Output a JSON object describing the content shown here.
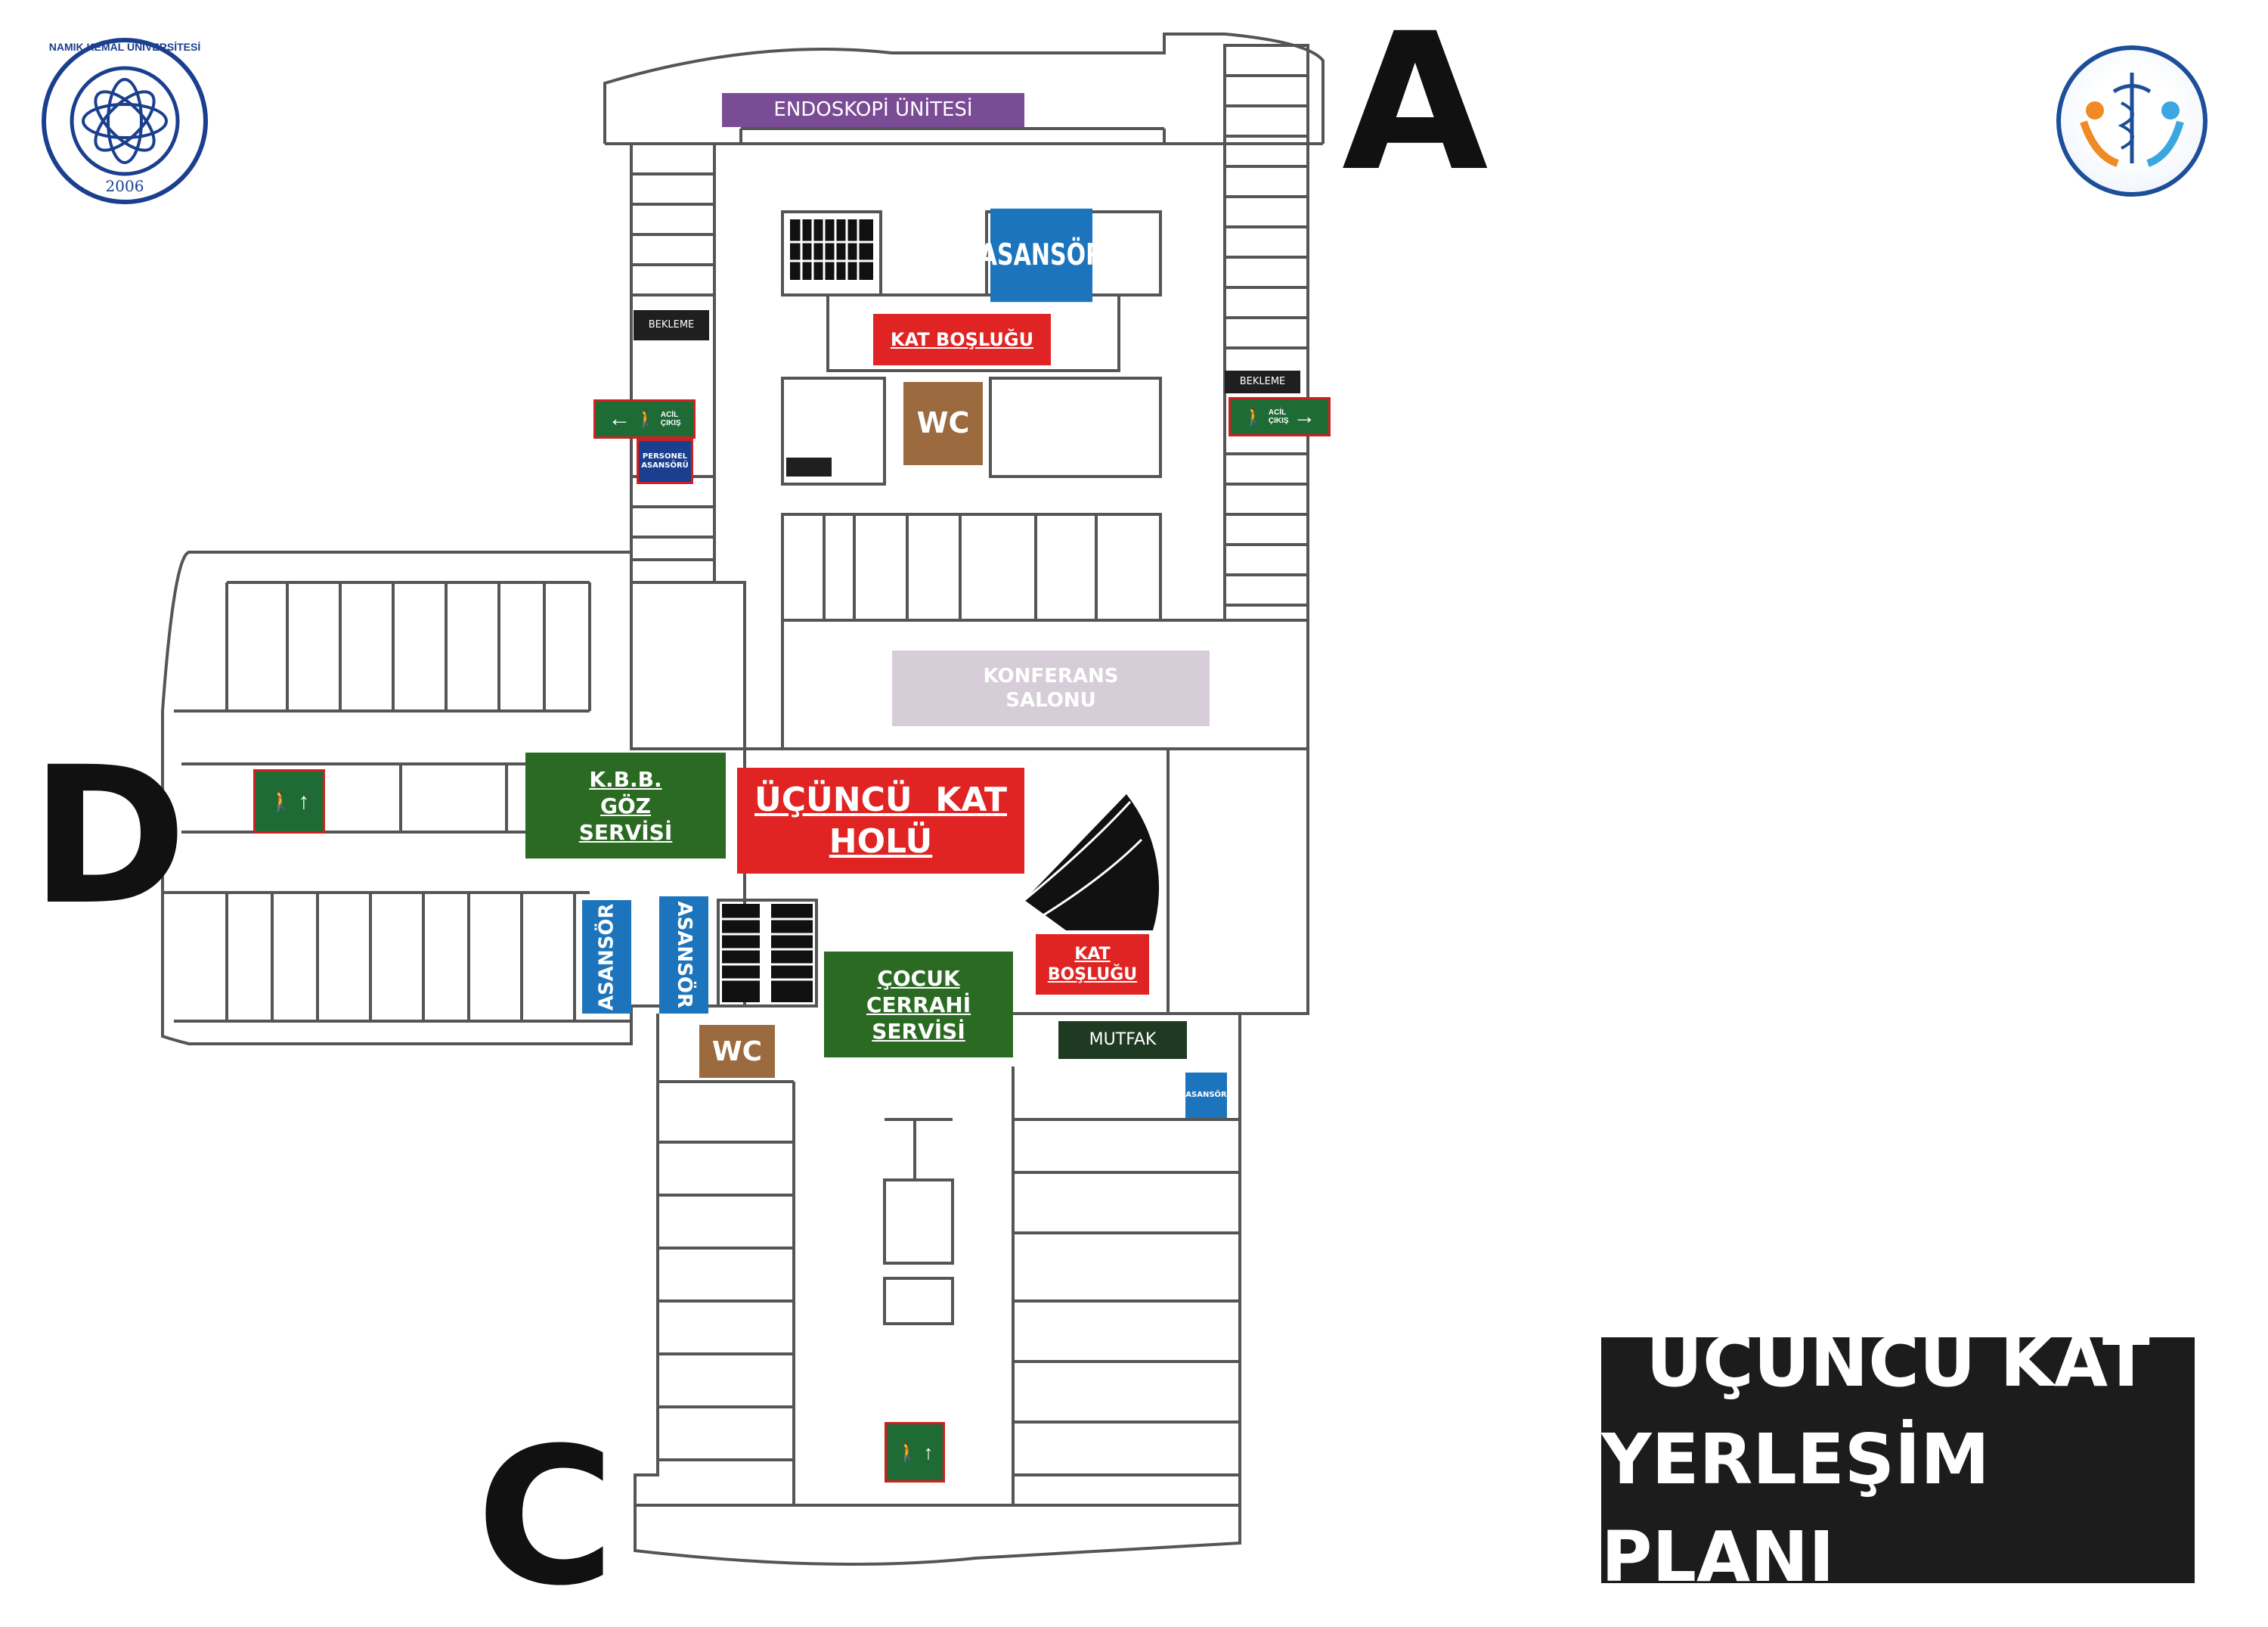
{
  "wings": [
    "A",
    "D",
    "C"
  ],
  "rooms": {
    "endoskopi": "ENDOSKOPİ ÜNİTESİ",
    "asansor_top": "ASANSÖR",
    "kat_boslugu_top": "KAT BOŞLUĞU",
    "wc_top": "WC",
    "konferans": [
      "KONFERANS",
      "SALONU"
    ],
    "kbb": [
      "K.B.B.",
      "GÖZ",
      "SERVİSİ"
    ],
    "hol": [
      "ÜÇÜNCÜ  KAT",
      "HOLÜ"
    ],
    "asansor_left1": "ASANSÖR",
    "asansor_left2": "ASANSÖR",
    "cocuk": [
      "ÇOCUK",
      "CERRAHİ",
      "SERVİSİ"
    ],
    "kat_boslugu_right": [
      "KAT",
      "BOŞLUĞU"
    ],
    "wc_bottom": "WC",
    "mutfak": "MUTFAK",
    "asansor_small": "ASANSÖR",
    "bekleme_left": "BEKLEME",
    "bekleme_right": "BEKLEME",
    "personel": [
      "PERSONEL",
      "ASANSÖRÜ"
    ]
  },
  "title": [
    "ÜÇÜNCÜ KAT",
    "YERLEŞİM PLANI"
  ],
  "logos": {
    "left_name": "NAMIK KEMAL ÜNİVERSİTESİ",
    "left_year": "2006"
  },
  "exit_sign": [
    "ACİL",
    "ÇIKIŞ"
  ],
  "colors": {
    "purple": "#7b4c96",
    "blue": "#1c75bc",
    "red": "#e02424",
    "brown": "#9b6a3e",
    "green": "#2b6a23",
    "gray": "#d7cdd8",
    "dark": "#1f1f1f",
    "exit_green": "#1e6b35"
  }
}
